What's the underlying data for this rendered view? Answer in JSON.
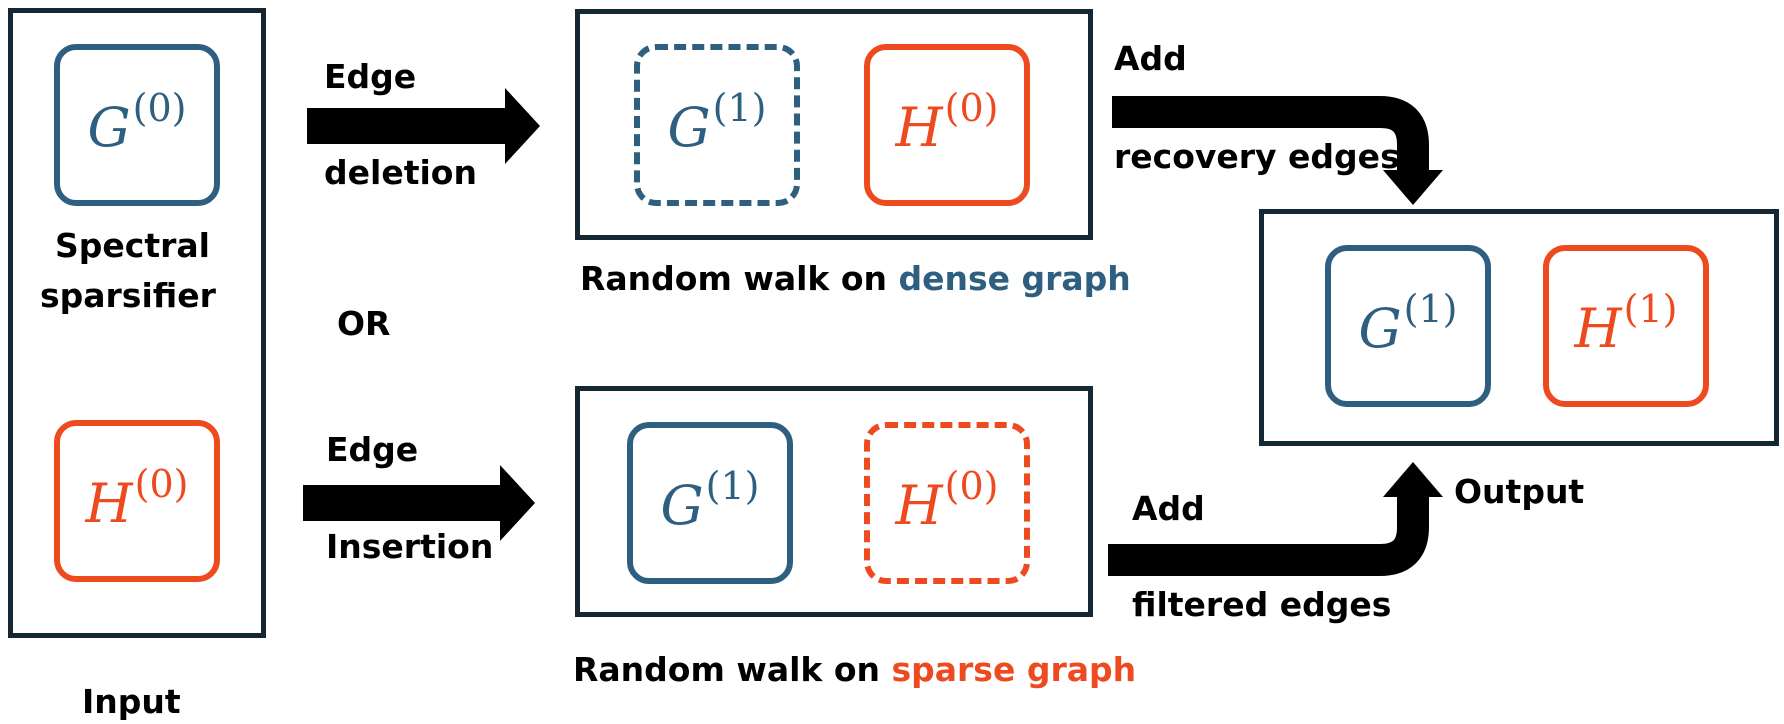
{
  "colors": {
    "frame": "#152733",
    "blue": "#2e5f80",
    "red": "#ee4a1f",
    "arrow": "#000000"
  },
  "input": {
    "g0": {
      "base": "G",
      "sup": "(0)"
    },
    "h0": {
      "base": "H",
      "sup": "(0)"
    },
    "sparsifier_line1": "Spectral",
    "sparsifier_line2": "sparsifier",
    "caption": "Input"
  },
  "branch_top": {
    "op_line1": "Edge",
    "op_line2": "deletion",
    "g1": {
      "base": "G",
      "sup": "(1)"
    },
    "h0": {
      "base": "H",
      "sup": "(0)"
    },
    "caption_prefix": "Random walk on ",
    "caption_accent": "dense graph",
    "add_line1": "Add",
    "add_line2": "recovery edges"
  },
  "or_label": "OR",
  "branch_bottom": {
    "op_line1": "Edge",
    "op_line2": "Insertion",
    "g1": {
      "base": "G",
      "sup": "(1)"
    },
    "h0": {
      "base": "H",
      "sup": "(0)"
    },
    "caption_prefix": "Random walk on ",
    "caption_accent": "sparse graph",
    "add_line1": "Add",
    "add_line2": "filtered  edges"
  },
  "output": {
    "g1": {
      "base": "G",
      "sup": "(1)"
    },
    "h1": {
      "base": "H",
      "sup": "(1)"
    },
    "caption": "Output"
  }
}
